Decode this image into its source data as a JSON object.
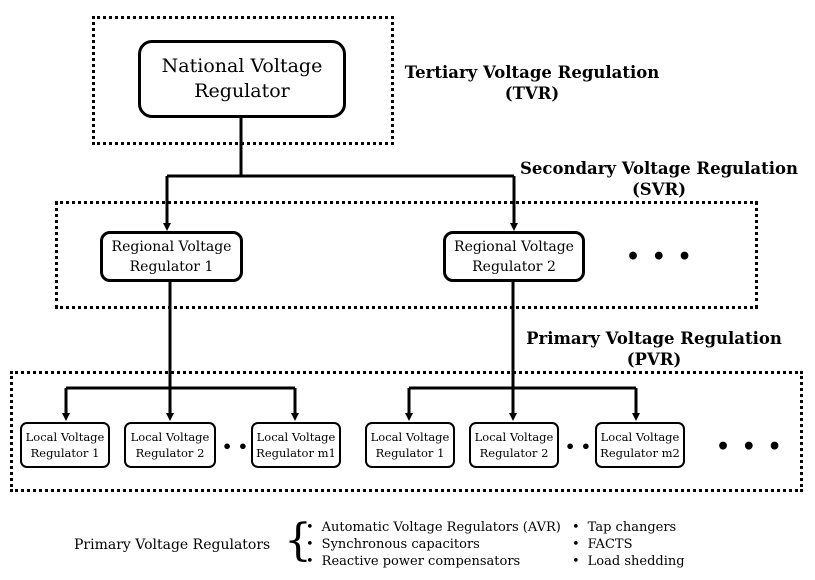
{
  "national": {
    "label": "National Voltage\nRegulator"
  },
  "levels": {
    "tertiary": "Tertiary Voltage Regulation\n(TVR)",
    "secondary": "Secondary Voltage Regulation\n(SVR)",
    "primary": "Primary Voltage Regulation\n(PVR)"
  },
  "regional": [
    {
      "label": "Regional Voltage\nRegulator 1"
    },
    {
      "label": "Regional Voltage\nRegulator 2"
    }
  ],
  "local": [
    {
      "label": "Local Voltage\nRegulator 1"
    },
    {
      "label": "Local Voltage\nRegulator 2"
    },
    {
      "label": "Local Voltage\nRegulator m1"
    },
    {
      "label": "Local Voltage\nRegulator 1"
    },
    {
      "label": "Local Voltage\nRegulator 2"
    },
    {
      "label": "Local Voltage\nRegulator m2"
    }
  ],
  "ellipsis": "• • •",
  "legend": {
    "title": "Primary Voltage Regulators",
    "brace": "{",
    "col1": [
      "Automatic Voltage Regulators (AVR)",
      "Synchronous capacitors",
      "Reactive power compensators"
    ],
    "col2": [
      "Tap changers",
      "FACTS",
      "Load shedding"
    ]
  }
}
